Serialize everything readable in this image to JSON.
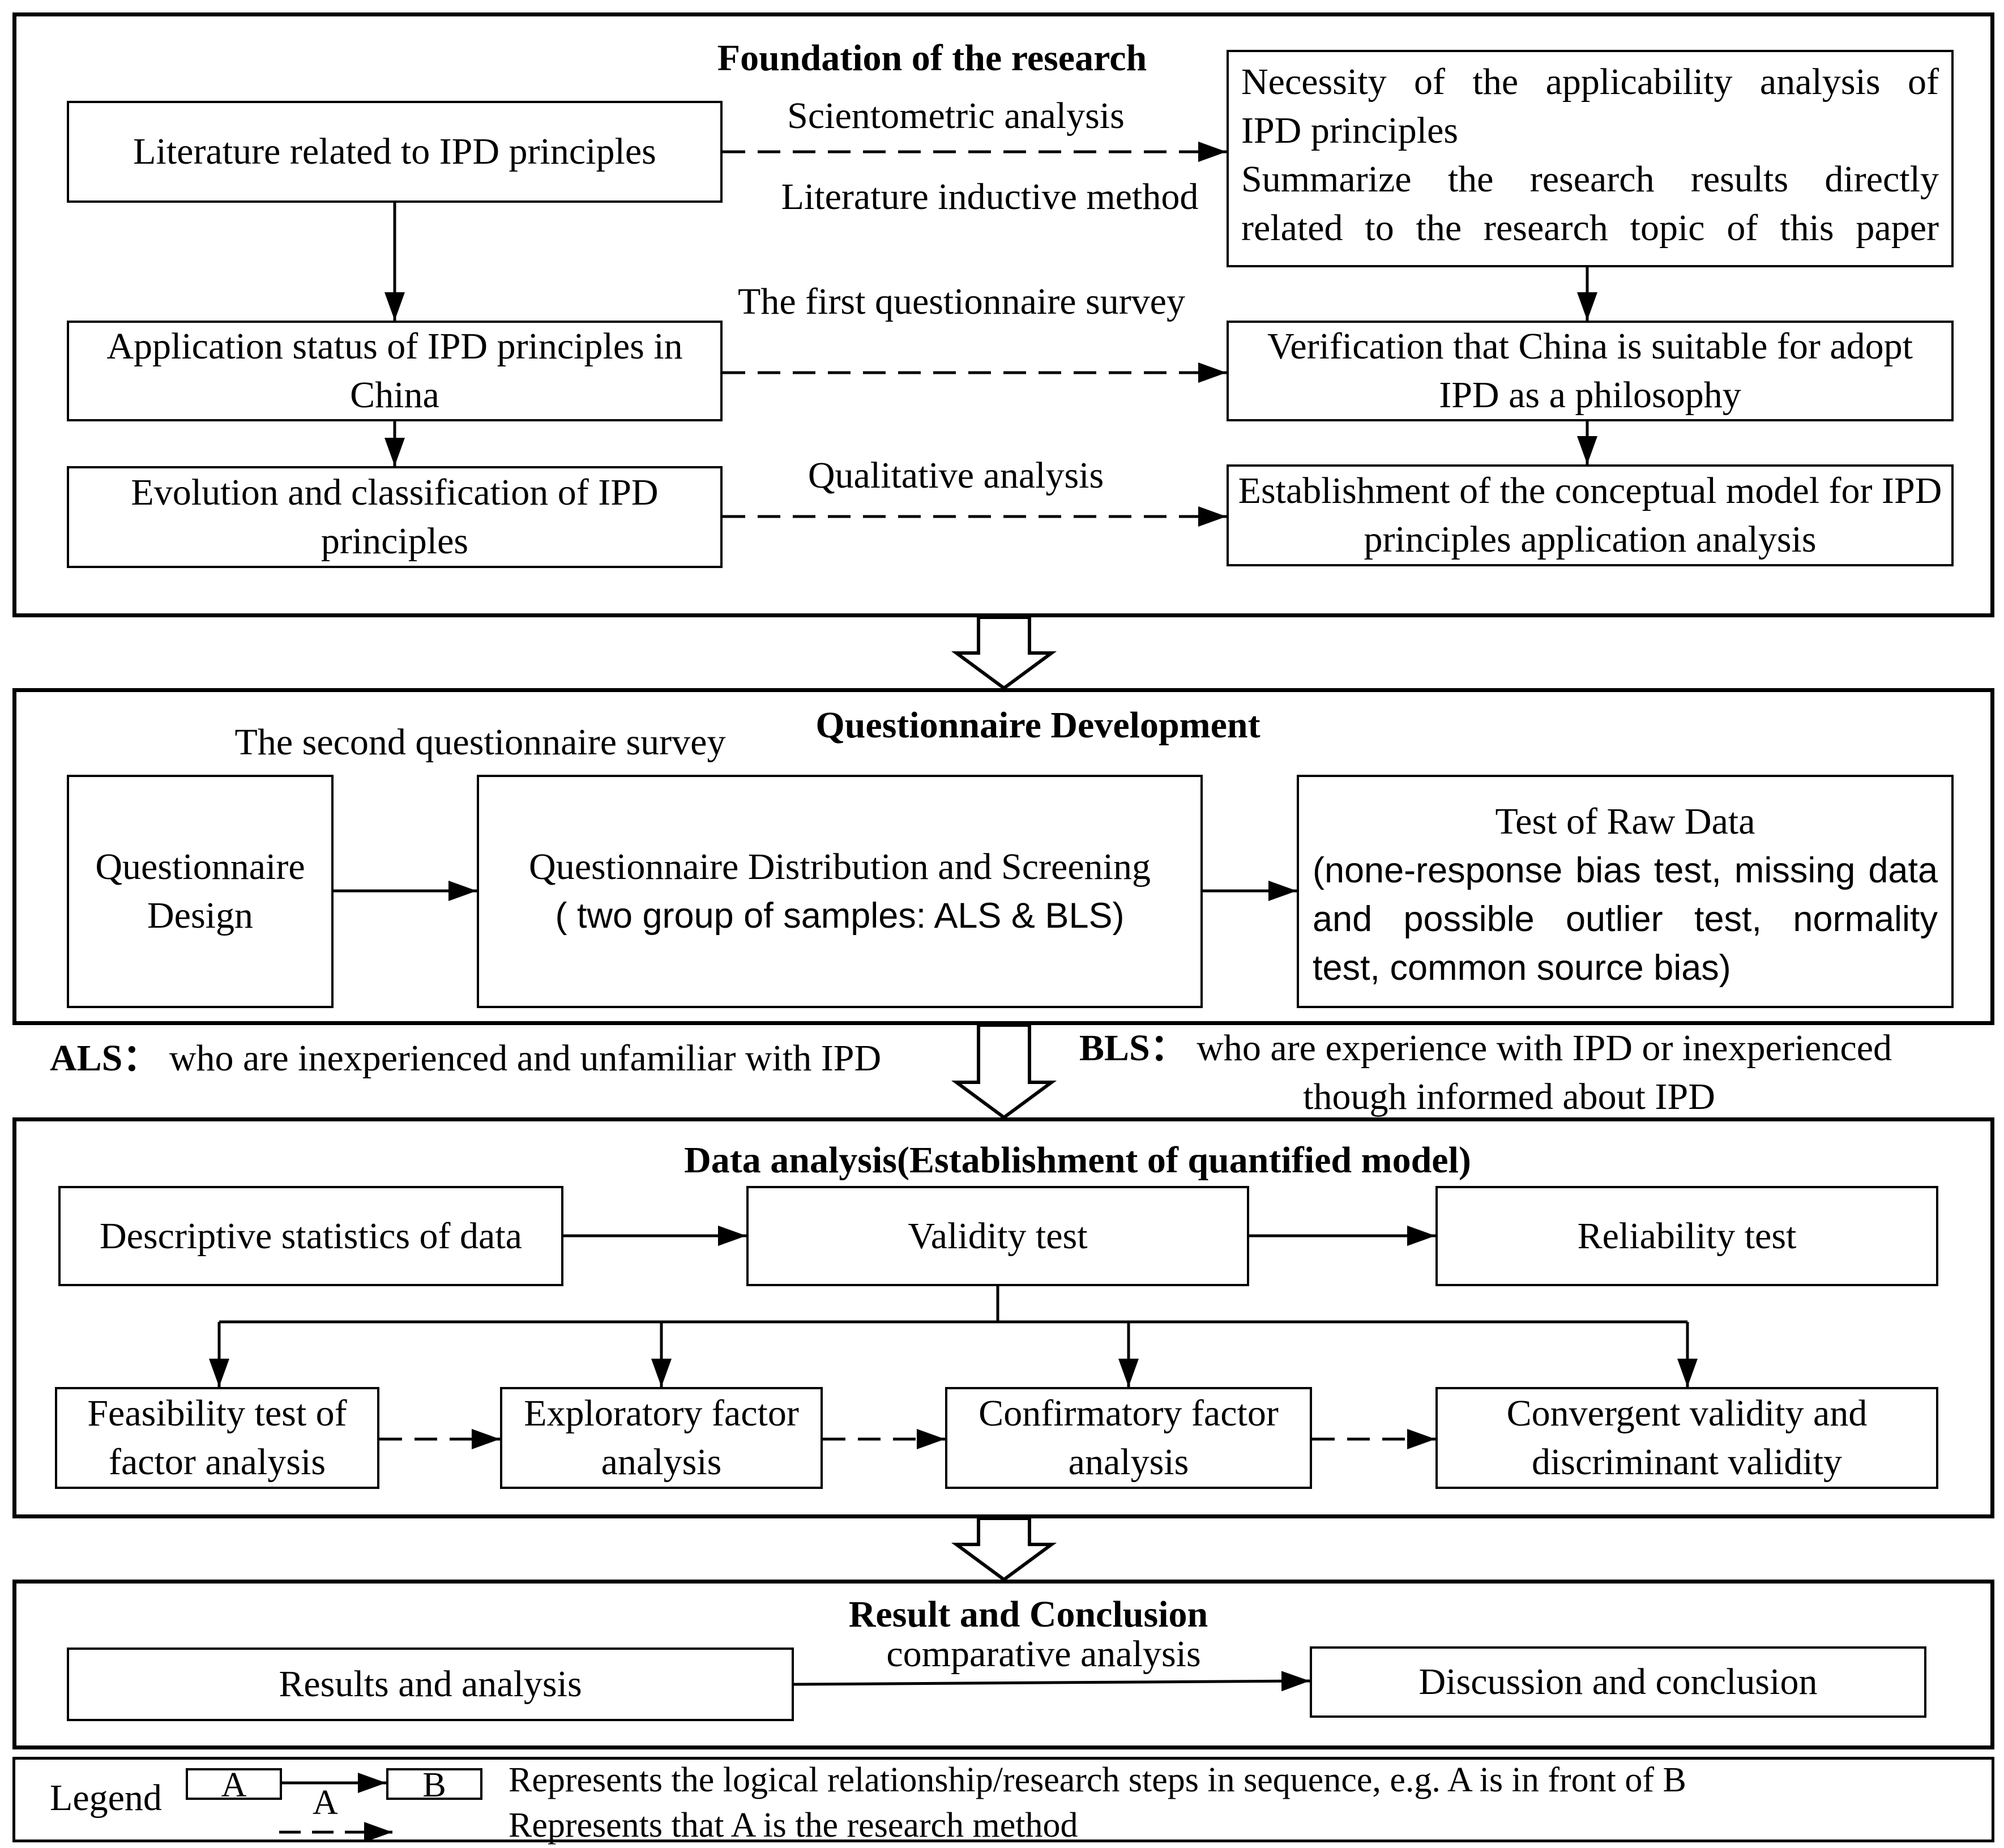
{
  "sections": {
    "foundation": {
      "title": "Foundation of the research",
      "literature": "Literature related to IPD principles",
      "scientometric": "Scientometric analysis",
      "literature_inductive": "Literature inductive method",
      "necessity": {
        "line1": "Necessity of the applicability analysis of",
        "line2": "IPD principles",
        "line3": "Summarize the research results directly",
        "line4": "related to the research topic of this paper"
      },
      "application_status": "Application status of IPD principles in China",
      "first_survey": "The first questionnaire survey",
      "verification": "Verification that China is suitable for adopt IPD as a philosophy",
      "evolution": "Evolution and classification of IPD principles",
      "qualitative": "Qualitative analysis",
      "establishment": "Establishment of the conceptual model for IPD principles application analysis"
    },
    "questionnaire": {
      "title": "Questionnaire Development",
      "second_survey": "The second questionnaire survey",
      "design": "Questionnaire Design",
      "distribution_line1": "Questionnaire Distribution and Screening",
      "distribution_line2": "( two group of samples: ALS & BLS)",
      "raw_test_title": "Test of Raw Data",
      "raw_test_line1": "(none-response bias test, missing data",
      "raw_test_line2": "and possible outlier test, normality",
      "raw_test_line3": "test, common source bias)"
    },
    "samples": {
      "als_key": "ALS：",
      "als_text": "who are inexperienced and unfamiliar with IPD",
      "bls_key": "BLS：",
      "bls_text_line1": "who are experience with IPD or inexperienced",
      "bls_text_line2": "though informed about IPD"
    },
    "data_analysis": {
      "title": "Data analysis(Establishment of quantified model)",
      "descriptive": "Descriptive statistics of data",
      "validity": "Validity test",
      "reliability": "Reliability test",
      "feasibility": "Feasibility test of factor analysis",
      "exploratory": "Exploratory factor analysis",
      "confirmatory": "Confirmatory factor analysis",
      "convergent": "Convergent validity and discriminant validity"
    },
    "result": {
      "title": "Result and Conclusion",
      "results": "Results and analysis",
      "comparative": "comparative analysis",
      "discussion": "Discussion and conclusion"
    }
  },
  "legend": {
    "label": "Legend",
    "box_a": "A",
    "box_b": "B",
    "method_a": "A",
    "solid_desc": "Represents the logical relationship/research steps in sequence, e.g. A is in front of B",
    "dashed_desc": "Represents that A is the research method"
  }
}
